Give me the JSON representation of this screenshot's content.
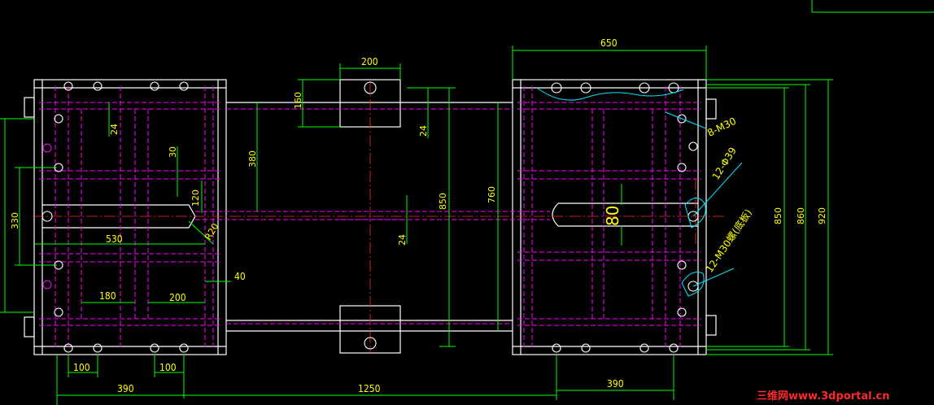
{
  "dimensions": {
    "top_650": "650",
    "top_200": "200",
    "d160": "160",
    "d24_left": "24",
    "d30": "30",
    "d380": "380",
    "d24_mid": "24",
    "d120": "120",
    "d330": "330",
    "d530": "530",
    "dR20": "R20",
    "d24_center": "24",
    "d850_mid": "850",
    "d760": "760",
    "d80": "80",
    "d850_right": "850",
    "d860": "860",
    "d920": "920",
    "d40": "40",
    "d180": "180",
    "d200_bottom": "200",
    "d100_a": "100",
    "d100_b": "100",
    "d390_left": "390",
    "d1250": "1250",
    "d390_right": "390"
  },
  "callouts": {
    "m30": "8-M30",
    "phi39": "12-Φ39",
    "m30_bolts": "12-M30螺(底板)"
  },
  "watermark": "三维网www.3dportal.cn",
  "colors": {
    "background": "#000000",
    "outline": "#ffffff",
    "hidden_lines": "#ff00ff",
    "dimension": "#00ff00",
    "text": "#ffff00",
    "centerline": "#ff2a2a",
    "callout_leader": "#00e5ff"
  }
}
